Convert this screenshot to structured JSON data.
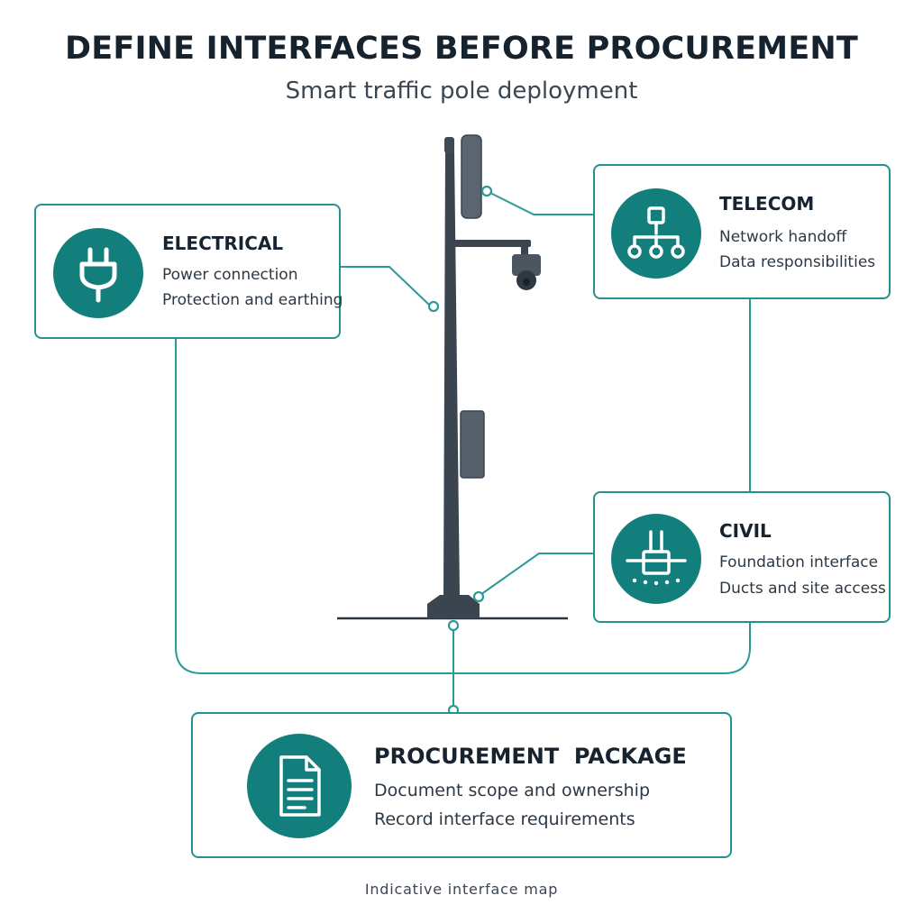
{
  "header": {
    "title": "DEFINE INTERFACES BEFORE PROCUREMENT",
    "subtitle": "Smart traffic pole deployment"
  },
  "colors": {
    "accent": "#22918f",
    "badge": "#137f7c",
    "pole": "#3a4550",
    "text": "#17232f"
  },
  "cards": {
    "electrical": {
      "title": "ELECTRICAL",
      "lines": [
        "Power connection",
        "Protection and earthing"
      ],
      "icon": "plug-icon"
    },
    "telecom": {
      "title": "TELECOM",
      "lines": [
        "Network handoff",
        "Data responsibilities"
      ],
      "icon": "network-icon"
    },
    "civil": {
      "title": "CIVIL",
      "lines": [
        "Foundation interface",
        "Ducts and site access"
      ],
      "icon": "foundation-icon"
    },
    "procurement": {
      "title": "PROCUREMENT  PACKAGE",
      "lines": [
        "Document scope and ownership",
        "Record interface requirements"
      ],
      "icon": "document-icon"
    }
  },
  "footer": {
    "caption": "Indicative interface map"
  }
}
